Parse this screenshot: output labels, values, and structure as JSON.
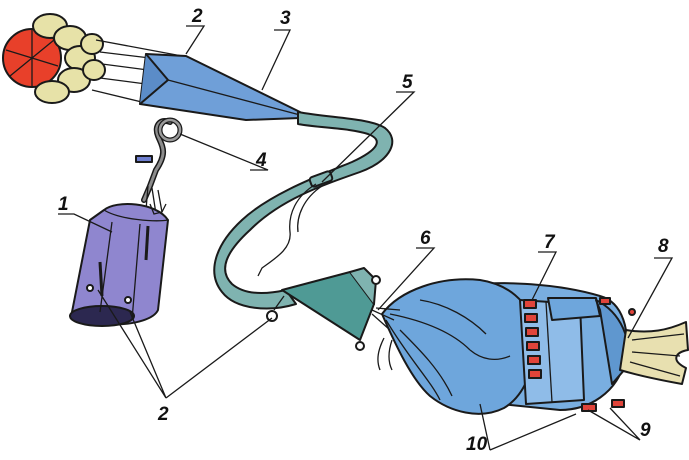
{
  "labels": {
    "l1": "1",
    "l2a": "2",
    "l2b": "2",
    "l3": "3",
    "l4": "4",
    "l5": "5",
    "l6": "6",
    "l7": "7",
    "l8": "8",
    "l9": "9",
    "l10": "10"
  },
  "colors": {
    "canopy_red": "#e8402a",
    "canopy_panel": "#e7e2a8",
    "bridle_blue": "#6f9fd8",
    "strap_teal": "#7fb3b0",
    "bag_purple": "#8f86cf",
    "pack_blue": "#79aee0",
    "stow_loop_red": "#e0443a",
    "tail_cream": "#e8e0b0"
  }
}
